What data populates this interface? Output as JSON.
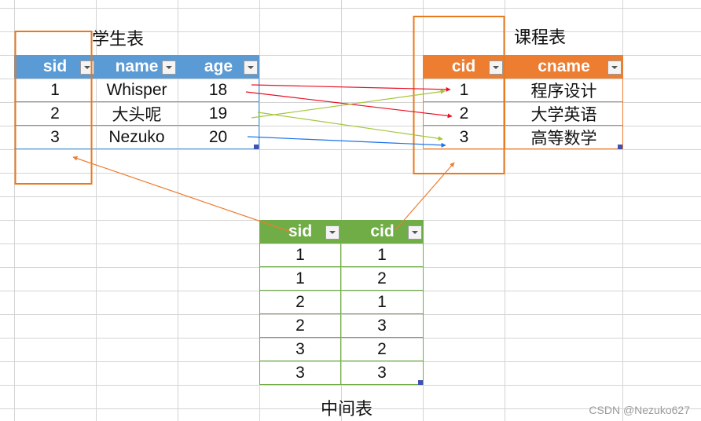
{
  "student_table": {
    "title": "学生表",
    "headers": [
      "sid",
      "name",
      "age"
    ],
    "rows": [
      [
        "1",
        "Whisper",
        "18"
      ],
      [
        "2",
        "大头呢",
        "19"
      ],
      [
        "3",
        "Nezuko",
        "20"
      ]
    ],
    "color": "#5b9bd5"
  },
  "course_table": {
    "title": "课程表",
    "headers": [
      "cid",
      "cname"
    ],
    "rows": [
      [
        "1",
        "程序设计"
      ],
      [
        "2",
        "大学英语"
      ],
      [
        "3",
        "高等数学"
      ]
    ],
    "color": "#ed7d31"
  },
  "link_table": {
    "title": "中间表",
    "headers": [
      "sid",
      "cid"
    ],
    "rows": [
      [
        "1",
        "1"
      ],
      [
        "1",
        "2"
      ],
      [
        "2",
        "1"
      ],
      [
        "2",
        "3"
      ],
      [
        "3",
        "2"
      ],
      [
        "3",
        "3"
      ]
    ],
    "color": "#70ad47"
  },
  "watermark": "CSDN @Nezuko627"
}
